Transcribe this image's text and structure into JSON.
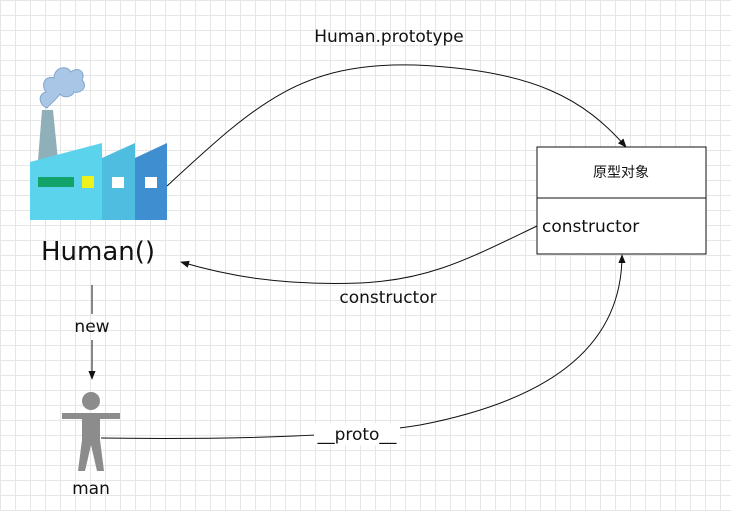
{
  "factory": {
    "label": "Human()",
    "icon": "factory-icon"
  },
  "person": {
    "label": "man",
    "icon": "person-icon"
  },
  "prototype_box": {
    "title": "原型对象",
    "field": "constructor"
  },
  "edges": {
    "prototype": "Human.prototype",
    "constructor": "constructor",
    "new": "new",
    "proto": "__proto__"
  },
  "colors": {
    "factory_main": "#5bd3ec",
    "factory_mid": "#4fbde0",
    "factory_dark": "#3f8ed0",
    "chimney": "#8fb0b8",
    "smoke": "#9fbedd",
    "window_green": "#12a36a",
    "window_yellow": "#eef21c",
    "person": "#8c8c8c"
  }
}
